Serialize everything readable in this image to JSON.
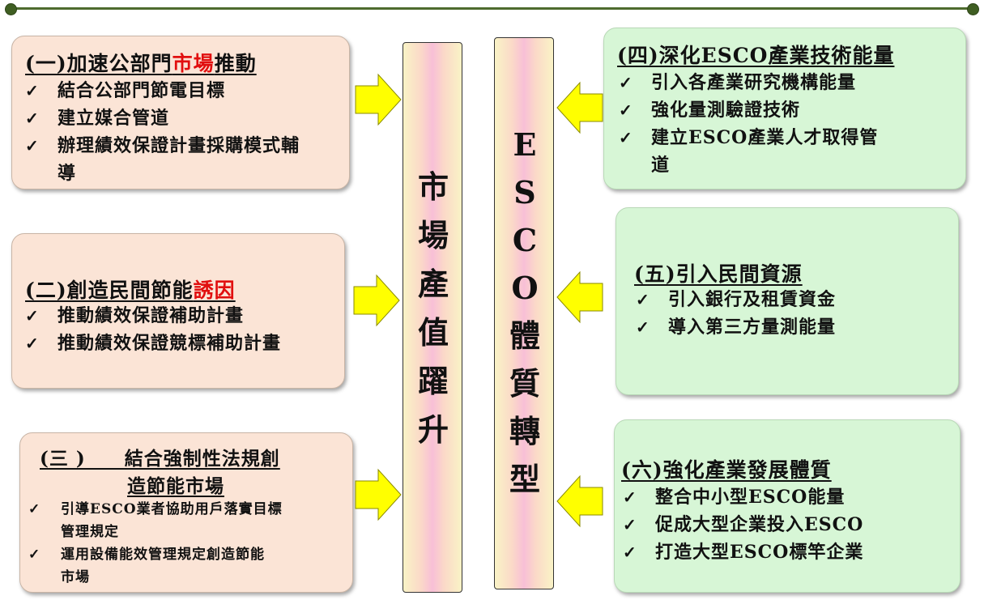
{
  "left_boxes": [
    {
      "title_prefix": "(一)加速公部門",
      "title_highlight": "市場",
      "title_suffix": "推動",
      "items": [
        "結合公部門節電目標",
        "建立媒合管道",
        "辦理績效保證計畫採購模式輔",
        "導"
      ]
    },
    {
      "title_prefix": "(二)創造民間節能",
      "title_highlight": "誘因",
      "items": [
        "推動績效保證補助計畫",
        "推動績效保證競標補助計畫"
      ]
    },
    {
      "title_line1": "(三 )　　結合強制性法規創",
      "title_line2": "造節能市場",
      "items": [
        "引導ESCO業者協助用戶落實目標",
        "管理規定",
        "運用設備能效管理規定創造節能",
        "市場"
      ]
    }
  ],
  "right_boxes": [
    {
      "title": "(四)深化ESCO產業技術能量",
      "items": [
        "引入各產業研究機構能量",
        "強化量測驗證技術",
        "建立ESCO產業人才取得管",
        "道"
      ]
    },
    {
      "title": "(五)引入民間資源",
      "items": [
        "引入銀行及租賃資金",
        "導入第三方量測能量"
      ]
    },
    {
      "title": "(六)強化產業發展體質",
      "items": [
        "整合中小型ESCO能量",
        "促成大型企業投入ESCO",
        "打造大型ESCO標竿企業"
      ]
    }
  ],
  "pillars": {
    "left_text": "市場產值躍升",
    "right_text": "ESCO體質轉型"
  },
  "check_symbol": "✓",
  "colors": {
    "left_box_fill": "#fbe4d6",
    "right_box_fill": "#d7f6d6",
    "arrow_fill": "#ffff00",
    "highlight_text": "#e10f0f",
    "top_line": "#4e6b2e"
  }
}
